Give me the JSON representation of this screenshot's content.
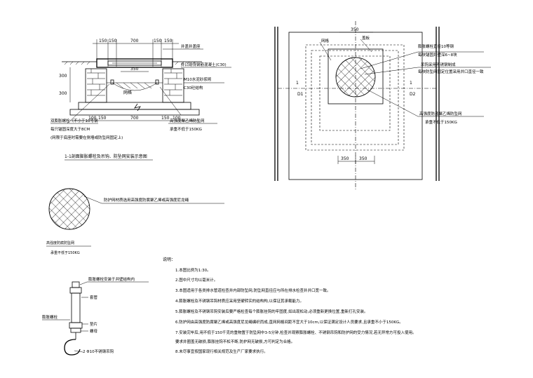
{
  "section_view": {
    "dims_top": [
      "150",
      "150",
      "700",
      "150",
      "150"
    ],
    "dim_350": "350",
    "dims_bottom": [
      "100",
      "150",
      "700",
      "150",
      "100"
    ],
    "dims_left": [
      "300",
      "300"
    ],
    "labels": {
      "well_base": "井盖井盖座",
      "well_ring": "井口现浇钢筋混凝土(C30)",
      "mortar": "M10水泥砂浆砌",
      "concrete": "C30砼结构",
      "mesh_chinese": "网格",
      "pe_rope": "高强度聚乙烯防坠网",
      "bearing": "承重不低于150KG",
      "bolt": "双膨胀螺栓（不小于10号钢",
      "bolt2": "每只锚固深度大于8CM",
      "bolt3": "(网限于底座时需要在侧墙或防坠网固定上)"
    },
    "caption": "1-1剖面膨胀螺栓及吊钩、防坠网安装示意图"
  },
  "plan_view": {
    "dim_top": "350",
    "dims_bottom": [
      "350",
      "350"
    ],
    "section_marks": [
      "1",
      "1"
    ],
    "d_labels": [
      "D1",
      "D2"
    ],
    "labels": {
      "mesh": "网格",
      "cover": "盖板",
      "bolt": "膨胀螺栓直径10等钢",
      "bolt2": "每块锚固井壁深6~8块",
      "hook": "吊钩采用不锈钢制成",
      "hook2": "每块防坠网固定位置采用井口直径一致",
      "pe": "高强度防盗聚乙烯防坠网",
      "bearing": "承重不低于150KG"
    }
  },
  "net_detail": {
    "label": "防护网材质选用高强度防腐聚乙烯或高强度尼龙绳",
    "name": "高强度防腐防坠网",
    "bearing": "承重不低于150KG"
  },
  "bolt_detail": {
    "top_label": "膨胀螺栓安装于井壁结构内",
    "sleeve": "套管",
    "washer": "垫片",
    "nut": "螺母",
    "bolt_head": "膨胀螺栓",
    "hook": "2 Φ10不锈钢吊钩"
  },
  "notes": {
    "title": "说明：",
    "items": [
      "1.本图比例为1:30。",
      "2.图中尺寸均以毫米计。",
      "3.本图适用于各类排水管道检查井内部防坠网,防坠网直径应与所在排水检查井井口宽一致。",
      "4.膨胀螺栓及不锈钢吊钩材质应采用坚硬转实的结构构,以保证其承载能力。",
      "5.膨胀螺栓及不锈钢吊钩安装后要严格检查每个膨胀挂钩的牢固度,如出现松动,必须重新更换位置,重新打孔安装。",
      "6.防护网由高强度防腐聚乙烯或高强度尼龙绳编织而成,直网网格间距不宜大于10cm,以保证满足设计人员要求,且承重不小于150KG。",
      "7.安装完毕后,用不低于150千克的重物置于防坠网中3-5分钟,检查并观察膨胀螺栓、不锈钢吊钩和防护网的受力情况,若无异常方可投入使用。",
      "  要求井圈盖无破损,膨胀挂钩不松不断,防护网无破损,方可判定为合格。",
      "8.未尽事宜按国家现行相关规范及生产厂家要求执行。"
    ]
  }
}
